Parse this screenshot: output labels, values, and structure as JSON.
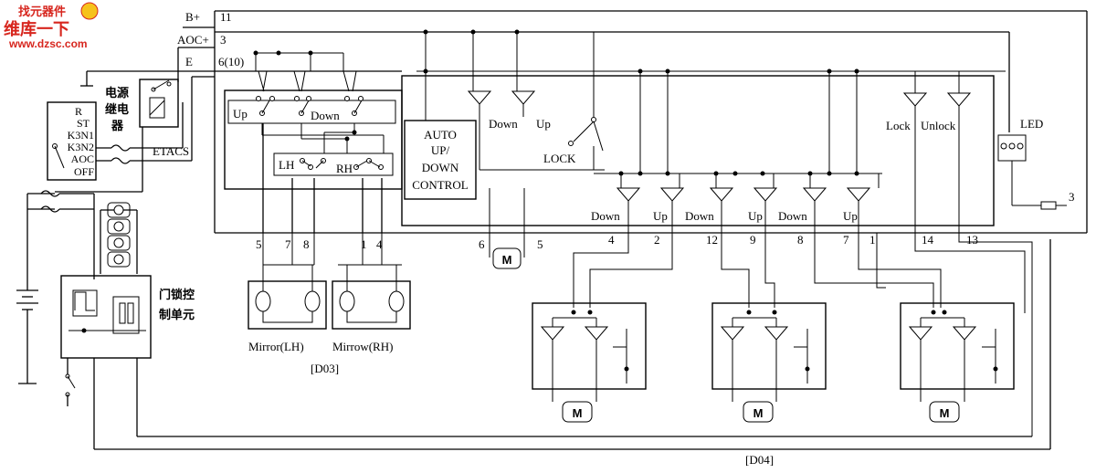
{
  "watermark": {
    "badge_text": "找元器件",
    "site_name_cn": "维库一下",
    "url": "www.dzsc.com"
  },
  "terminals": {
    "b_plus": "B+",
    "aoc_plus": "AOC+",
    "e": "E",
    "pin_11": "11",
    "pin_3": "3",
    "pin_6_10": "6(10)"
  },
  "ignition_switch": {
    "positions": [
      "R",
      "ST",
      "K3N1",
      "K3N2",
      "AOC",
      "OFF"
    ]
  },
  "power_relay": {
    "label_lines": [
      "电源",
      "继电",
      "器"
    ]
  },
  "etacs_label": "ETACS",
  "door_lock_unit": {
    "label_lines": [
      "门锁控",
      "制单元"
    ]
  },
  "mirror_switch": {
    "up_label": "Up",
    "down_label": "Down",
    "lh_label": "LH",
    "rh_label": "RH"
  },
  "mirror_wire_numbers": [
    "5",
    "7",
    "8",
    "1",
    "4"
  ],
  "mirror_labels": {
    "lh": "Mirror(LH)",
    "rh": "Mirrow(RH)"
  },
  "d03_label": "[D03]",
  "master_switch": {
    "control_lines": [
      "AUTO",
      "UP/",
      "DOWN",
      "CONTROL"
    ],
    "driver_down": "Down",
    "driver_up": "Up",
    "lock_label": "LOCK",
    "lock_switch_lock": "Lock",
    "lock_switch_unlock": "Unlock",
    "led_label": "LED",
    "pin_3": "3",
    "switch_labels": [
      "Down",
      "Up",
      "Down",
      "Up",
      "Down",
      "Up"
    ]
  },
  "motor_symbol": "M",
  "master_wire_numbers": [
    "6",
    "5",
    "4",
    "2",
    "12",
    "9",
    "8",
    "7",
    "1",
    "14",
    "13"
  ],
  "d04_label": "[D04]"
}
